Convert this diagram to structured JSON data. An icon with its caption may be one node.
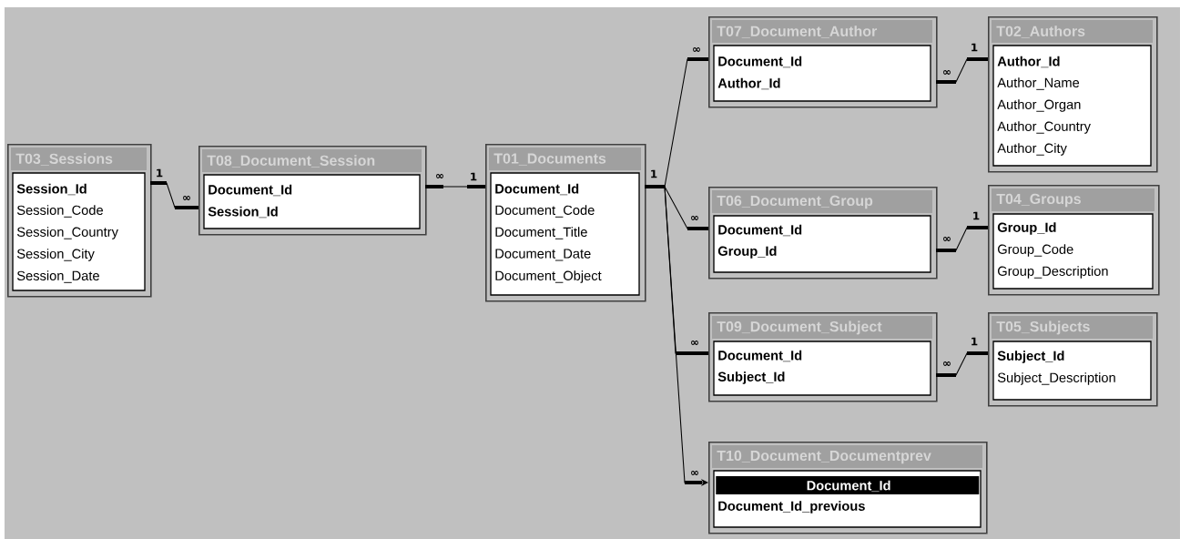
{
  "diagram": {
    "nodes": [
      {
        "text": [
          "T03_Sessions",
          "Session_Id",
          "Session_Code",
          "Session_Country",
          "Session_City",
          "Session_Date"
        ]
      },
      {
        "text": [
          "T08_Document_Session",
          "Document_Id",
          "Session_Id"
        ]
      },
      {
        "text": [
          "T01_Documents",
          "Document_Id",
          "Document_Code",
          "Document_Title",
          "Document_Date",
          "Document_Object"
        ]
      },
      {
        "text": [
          "T07_Document_Author",
          "Document_Id",
          "Author_Id"
        ]
      },
      {
        "text": [
          "T02_Authors",
          "Author_Id",
          "Author_Name",
          "Author_Organ",
          "Author_Country",
          "Author_City"
        ]
      },
      {
        "text": [
          "T06_Document_Group",
          "Document_Id",
          "Group_Id"
        ]
      },
      {
        "text": [
          "T04_Groups",
          "Group_Id",
          "Group_Code",
          "Group_Description"
        ]
      },
      {
        "text": [
          "T09_Document_Subject",
          "Document_Id",
          "Subject_Id"
        ]
      },
      {
        "text": [
          "T05_Subjects",
          "Subject_Id",
          "Subject_Description"
        ]
      },
      {
        "text": [
          "T10_Document_Documentprev",
          "Document_Id",
          "Document_Id_previous"
        ]
      }
    ],
    "edges": [
      {
        "from": 0,
        "to": 1,
        "arrow": "none"
      },
      {
        "from": 2,
        "to": 1,
        "arrow": "none"
      },
      {
        "from": 2,
        "to": 3,
        "arrow": "none"
      },
      {
        "from": 4,
        "to": 3,
        "arrow": "none"
      },
      {
        "from": 2,
        "to": 5,
        "arrow": "none"
      },
      {
        "from": 6,
        "to": 5,
        "arrow": "none"
      },
      {
        "from": 2,
        "to": 7,
        "arrow": "none"
      },
      {
        "from": 8,
        "to": 7,
        "arrow": "none"
      },
      {
        "from": 2,
        "to": 9,
        "arrow": "to"
      }
    ],
    "labels": [
      "1",
      "∞",
      "∞",
      "1",
      "1",
      "∞",
      "1",
      "∞",
      "∞",
      "1",
      "∞",
      "∞",
      "1",
      "∞",
      "∞"
    ]
  }
}
